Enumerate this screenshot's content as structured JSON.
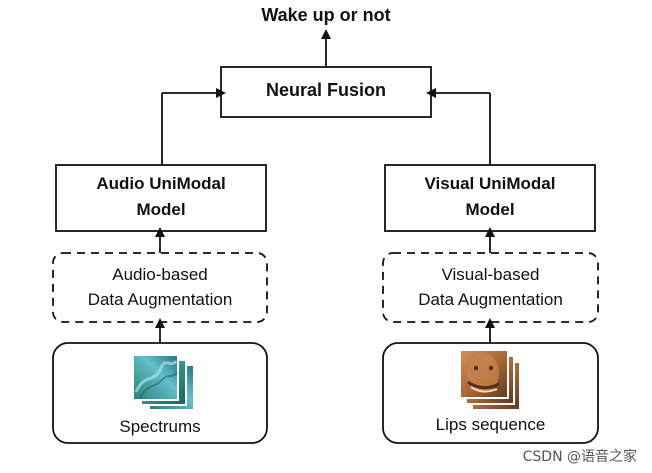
{
  "diagram": {
    "title": "Wake up or not",
    "fusion_label": "Neural Fusion",
    "audio": {
      "model_line1": "Audio UniModal",
      "model_line2": "Model",
      "aug_line1": "Audio-based",
      "aug_line2": "Data Augmentation",
      "input_label": "Spectrums"
    },
    "visual": {
      "model_line1": "Visual UniModal",
      "model_line2": "Model",
      "aug_line1": "Visual-based",
      "aug_line2": "Data Augmentation",
      "input_label": "Lips sequence"
    }
  },
  "watermark": "CSDN @语音之家",
  "colors": {
    "line": "#111111",
    "spectrum_base": "#2f8c7a",
    "spectrum_accent": "#4fb7c8",
    "face_skin": "#b97845",
    "face_shadow": "#6a4024"
  }
}
